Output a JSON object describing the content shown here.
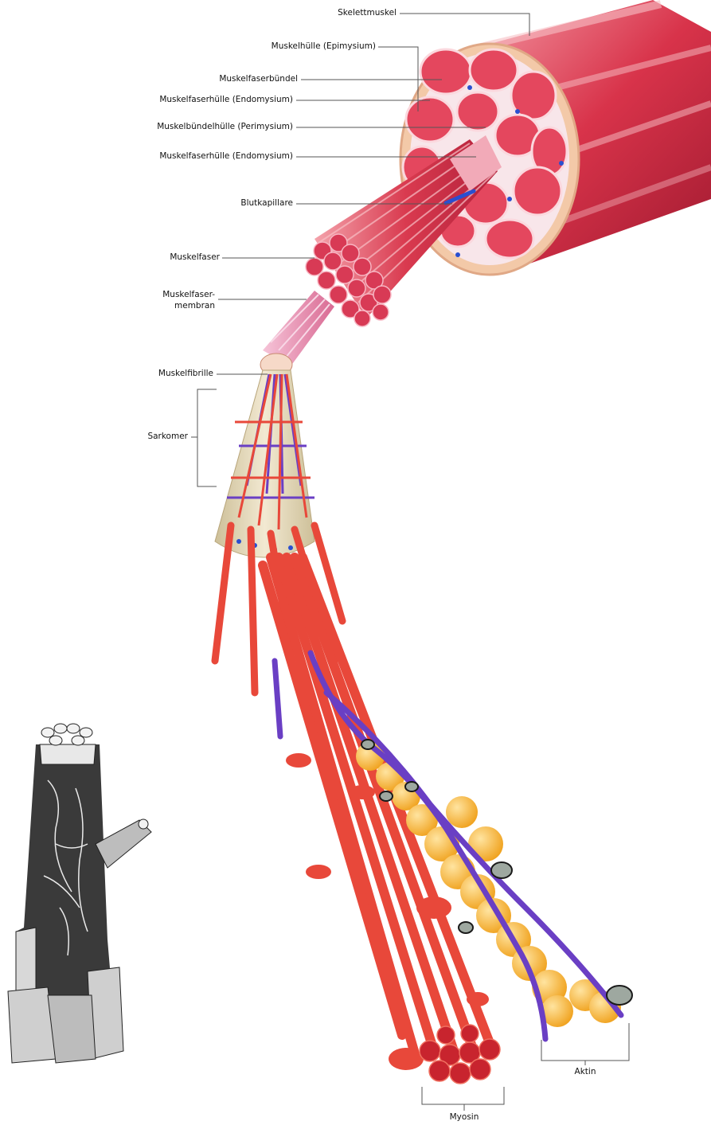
{
  "labels": {
    "skelettmuskel": "Skelettmuskel",
    "epimysium": "Muskelhülle (Epimysium)",
    "muskelfaserbuendel": "Muskelfaserbündel",
    "endomysium_1": "Muskelfaserhülle (Endomysium)",
    "perimysium": "Muskelbündelhülle (Perimysium)",
    "endomysium_2": "Muskelfaserhülle (Endomysium)",
    "blutkapillare": "Blutkapillare",
    "muskelfaser": "Muskelfaser",
    "muskelfasermembran_1": "Muskelfaser-",
    "muskelfasermembran_2": "membran",
    "muskelfibrille": "Muskelfibrille",
    "sarkomer": "Sarkomer",
    "aktin": "Aktin",
    "myosin": "Myosin"
  },
  "colors": {
    "muscle_red": "#d8334a",
    "muscle_light": "#f0a0a8",
    "epimysium": "#f3c9a8",
    "sarcomere_bg": "#e8dcc0",
    "myosin": "#e8483a",
    "actin_bead": "#f6b52e",
    "tropomyosin": "#6a3fc4",
    "troponin": "#2a2a2a"
  }
}
